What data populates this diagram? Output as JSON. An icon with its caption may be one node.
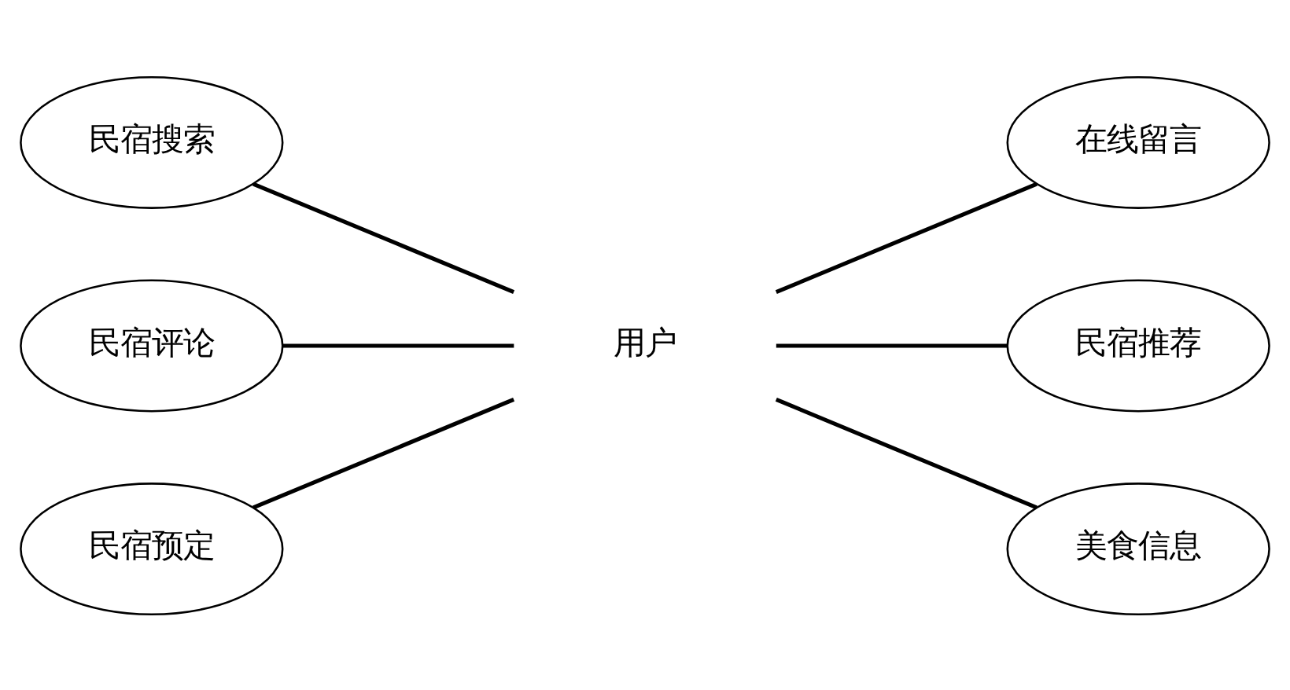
{
  "diagram": {
    "nodes": [
      {
        "text": [
          "民宿搜索"
        ]
      },
      {
        "text": [
          "民宿评论"
        ]
      },
      {
        "text": [
          "民宿预定"
        ]
      },
      {
        "text": [
          "用户"
        ]
      },
      {
        "text": [
          "在线留言"
        ]
      },
      {
        "text": [
          "民宿推荐"
        ]
      },
      {
        "text": [
          "美食信息"
        ]
      }
    ],
    "edges": [
      {
        "from": 0,
        "to": 3,
        "arrow": "none"
      },
      {
        "from": 1,
        "to": 3,
        "arrow": "none"
      },
      {
        "from": 2,
        "to": 3,
        "arrow": "none"
      },
      {
        "from": 3,
        "to": 4,
        "arrow": "none"
      },
      {
        "from": 3,
        "to": 5,
        "arrow": "none"
      },
      {
        "from": 3,
        "to": 6,
        "arrow": "none"
      }
    ]
  }
}
